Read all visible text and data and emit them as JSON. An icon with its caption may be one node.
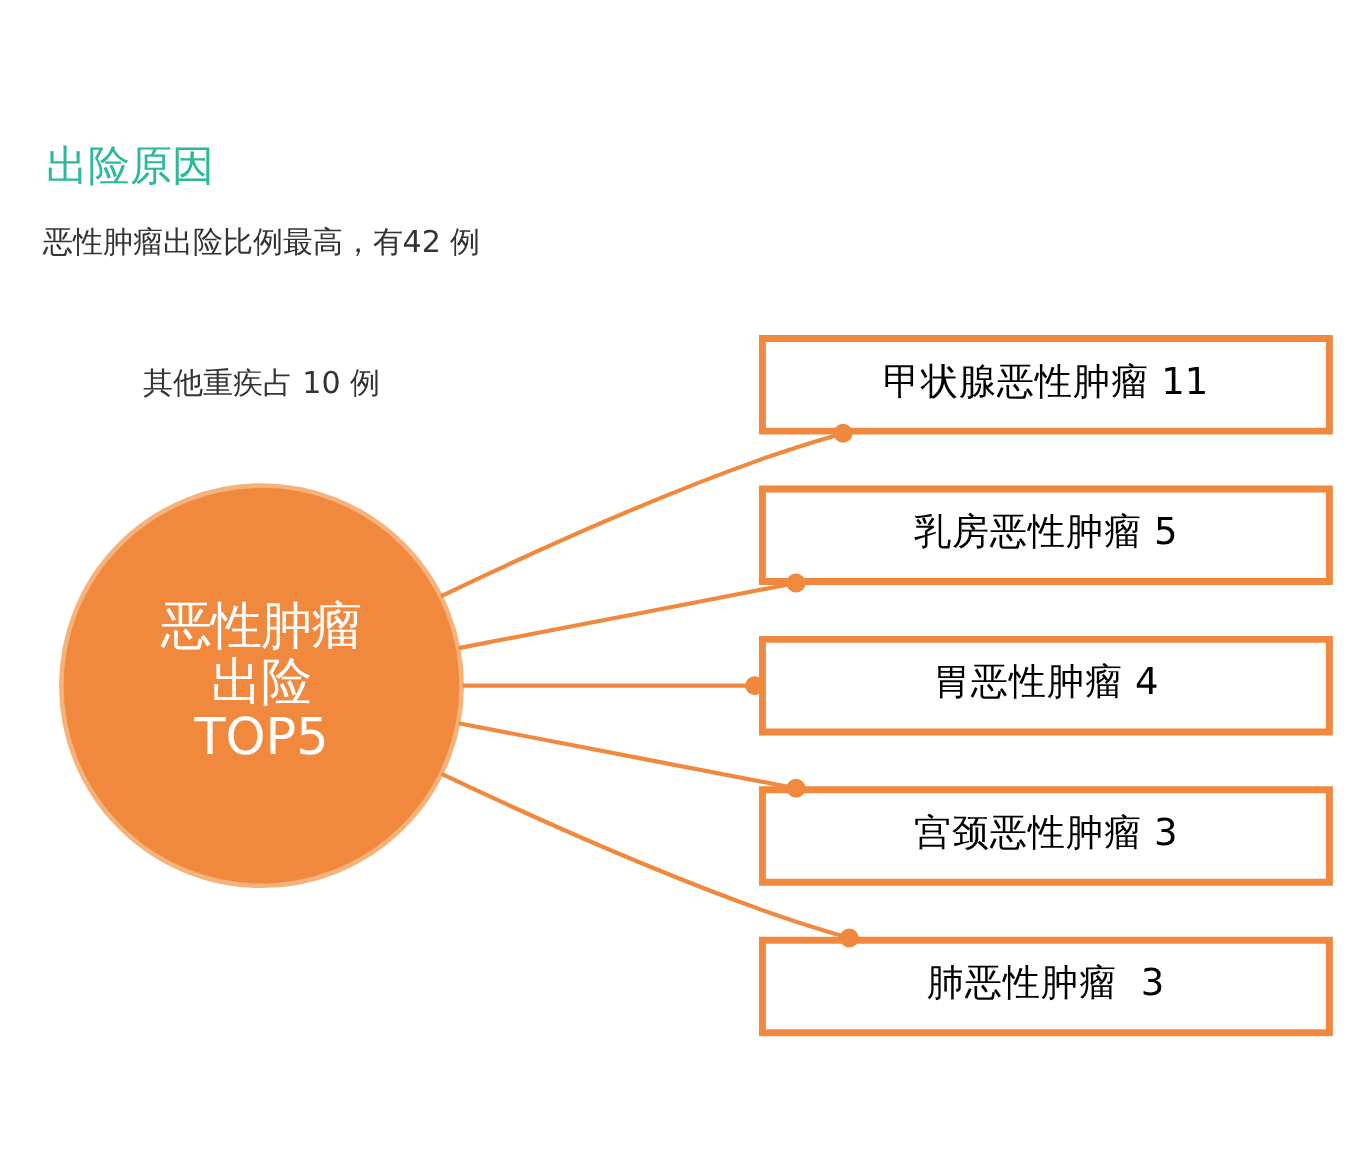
{
  "diagram": {
    "title": "出险原因",
    "nodes": [
      {
        "text": [
          "恶性肿瘤出险TOP5"
        ]
      },
      {
        "text": [
          "甲状腺恶性肿瘤 11"
        ]
      },
      {
        "text": [
          "乳房恶性肿瘤 5"
        ]
      },
      {
        "text": [
          "胃恶性肿瘤 4"
        ]
      },
      {
        "text": [
          "宫颈恶性肿瘤 3"
        ]
      },
      {
        "text": [
          "肺恶性肿瘤  3"
        ]
      }
    ],
    "edges": [
      {
        "from": 0,
        "to": 1,
        "arrow": "other"
      },
      {
        "from": 0,
        "to": 2,
        "arrow": "other"
      },
      {
        "from": 0,
        "to": 3,
        "arrow": "other"
      },
      {
        "from": 0,
        "to": 4,
        "arrow": "other"
      },
      {
        "from": 0,
        "to": 5,
        "arrow": "other"
      }
    ],
    "labels": [
      "恶性肿瘤出险比例最高，有42 例",
      "其他重疾占 10 例"
    ]
  }
}
